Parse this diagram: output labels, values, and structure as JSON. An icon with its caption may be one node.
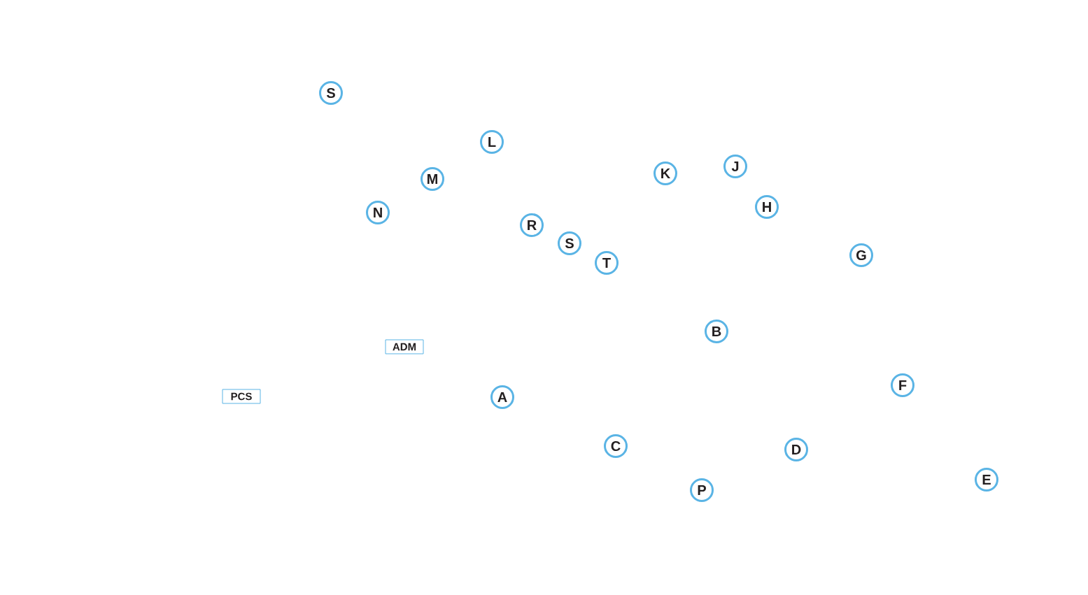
{
  "diagram": {
    "nodes": [
      {
        "text": [
          "S"
        ]
      },
      {
        "text": [
          "L"
        ]
      },
      {
        "text": [
          "J"
        ]
      },
      {
        "text": [
          "K"
        ]
      },
      {
        "text": [
          "M"
        ]
      },
      {
        "text": [
          "H"
        ]
      },
      {
        "text": [
          "N"
        ]
      },
      {
        "text": [
          "R"
        ]
      },
      {
        "text": [
          "S"
        ]
      },
      {
        "text": [
          "G"
        ]
      },
      {
        "text": [
          "T"
        ]
      },
      {
        "text": [
          "B"
        ]
      },
      {
        "text": [
          "ADM"
        ]
      },
      {
        "text": [
          "F"
        ]
      },
      {
        "text": [
          "PCS"
        ]
      },
      {
        "text": [
          "A"
        ]
      },
      {
        "text": [
          "C"
        ]
      },
      {
        "text": [
          "D"
        ]
      },
      {
        "text": [
          "E"
        ]
      },
      {
        "text": [
          "P"
        ]
      }
    ]
  }
}
